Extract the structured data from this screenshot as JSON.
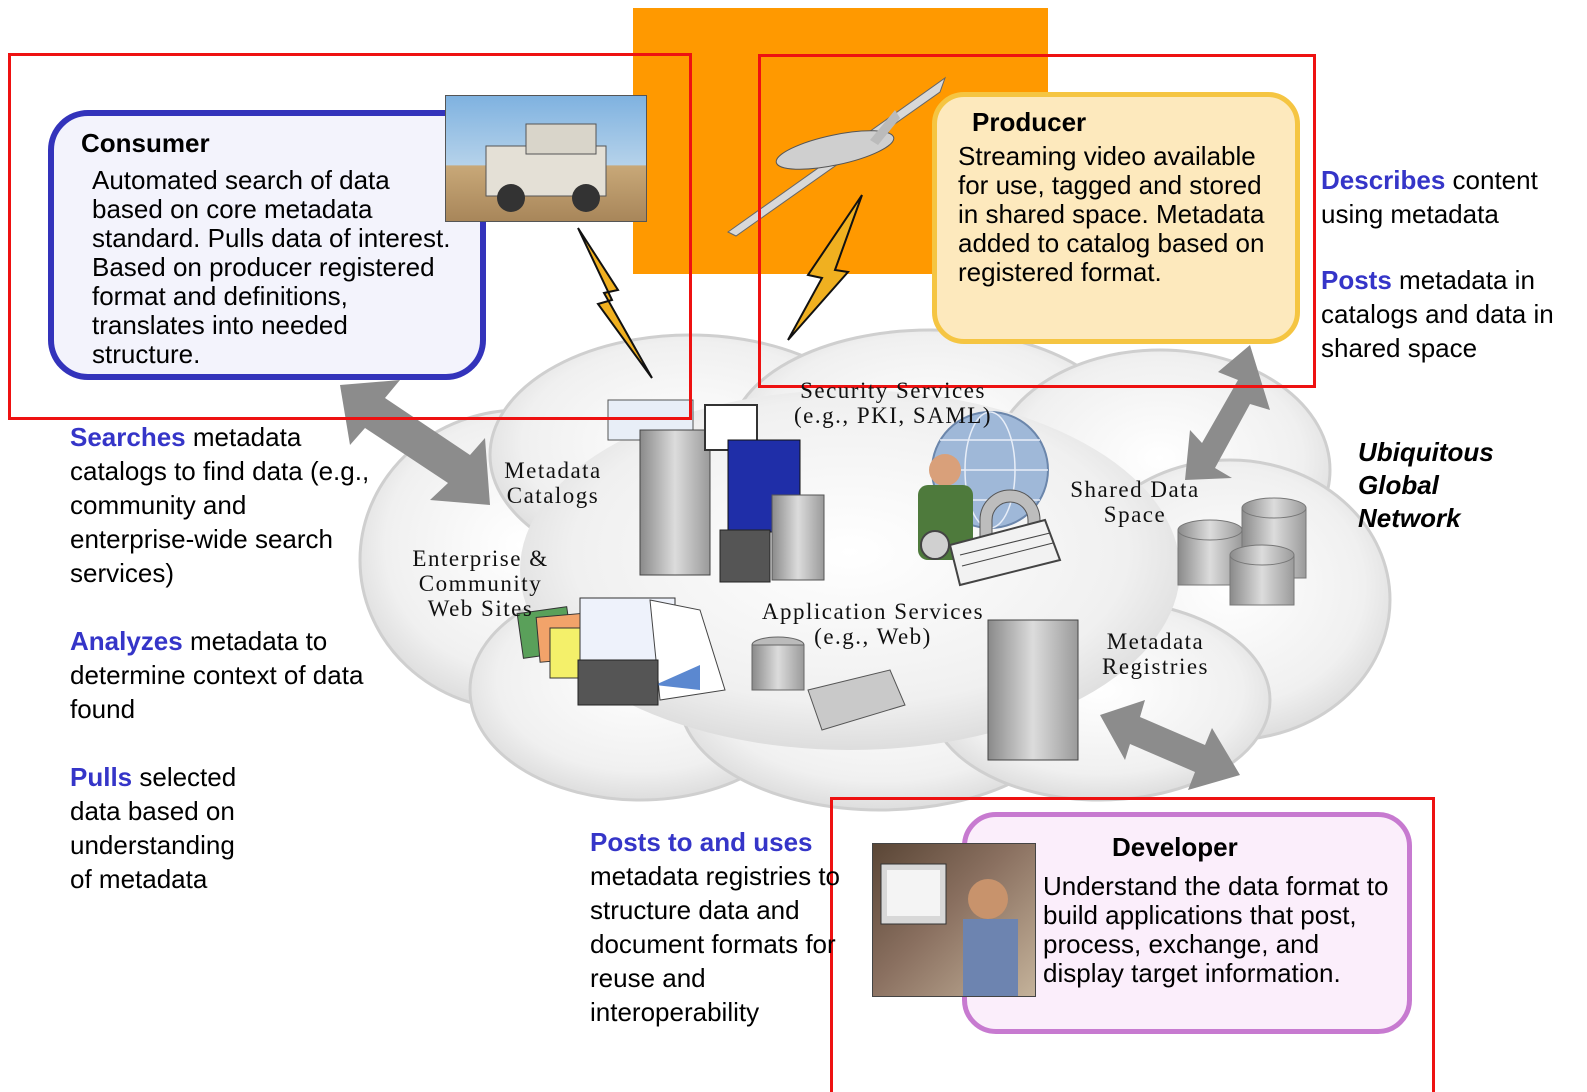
{
  "consumer": {
    "title": "Consumer",
    "body": "Automated search of data based on core metadata standard.  Pulls data of interest. Based on producer registered format and definitions, translates into needed structure."
  },
  "producer": {
    "title": "Producer",
    "body": "Streaming video available for use, tagged and stored in shared space.  Metadata added to catalog based on registered format."
  },
  "developer": {
    "title": "Developer",
    "body": "Understand  the data format to build applications that post, process, exchange, and display target information."
  },
  "left_actions": [
    {
      "verb": "Searches",
      "rest": " metadata catalogs to find data (e.g., community and enterprise-wide search services)"
    },
    {
      "verb": "Analyzes",
      "rest": " metadata to determine context of data found"
    },
    {
      "verb": "Pulls",
      "rest": " selected data based on understanding of metadata"
    }
  ],
  "right_actions": [
    {
      "verb": "Describes",
      "rest": " content using metadata"
    },
    {
      "verb": "Posts",
      "rest": " metadata in catalogs and data in shared space"
    }
  ],
  "bottom_action": {
    "verb": "Posts to and uses",
    "rest": "metadata registries to structure data and document formats for reuse and interoperability"
  },
  "network_label": "Ubiquitous Global Network",
  "services": {
    "security": "Security Services (e.g., PKI, SAML)",
    "metadata_catalogs": "Metadata Catalogs",
    "shared_data_space": "Shared Data Space",
    "web_sites": "Enterprise & Community Web Sites",
    "application_services": "Application Services (e.g., Web)",
    "metadata_registries": "Metadata Registries"
  },
  "colors": {
    "frame_red": "#ee1111",
    "consumer_border": "#3333bb",
    "producer_border": "#f5c542",
    "developer_border": "#c77ad0",
    "orange_block": "#ff9900",
    "action_blue": "#3535c8"
  }
}
